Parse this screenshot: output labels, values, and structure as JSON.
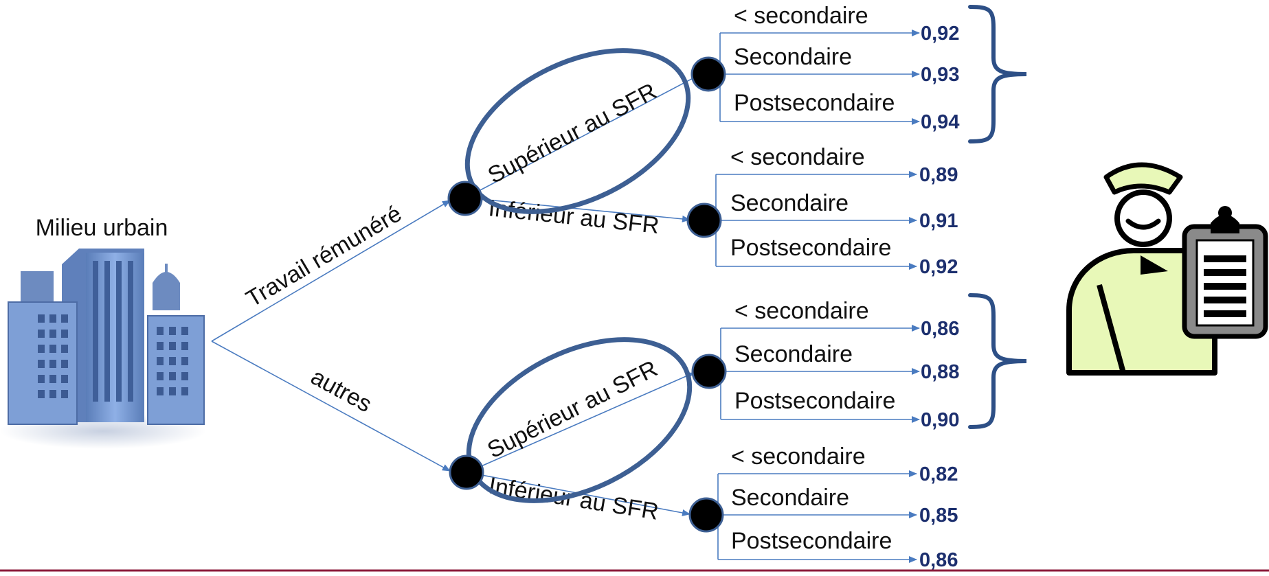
{
  "colors": {
    "branch": "#4a7bc0",
    "value": "#1c2f6e",
    "ellipse": "#3d5f93",
    "brace": "#2d4f86",
    "node": "#000000",
    "footer": "#8b1a3a",
    "nurse_fill": "#e8f8b8"
  },
  "root": {
    "label": "Milieu urbain",
    "icon": "city-buildings-icon"
  },
  "level1": [
    {
      "label": "Travail rémunéré"
    },
    {
      "label": "autres"
    }
  ],
  "level2": [
    {
      "label": "Supérieur au SFR"
    },
    {
      "label": "Inférieur au SFR"
    },
    {
      "label": "Supérieur au SFR"
    },
    {
      "label": "Inférieur au SFR"
    }
  ],
  "groups": [
    {
      "leaves": [
        {
          "label": "< secondaire",
          "value": "0,92"
        },
        {
          "label": "Secondaire",
          "value": "0,93"
        },
        {
          "label": "Postsecondaire",
          "value": "0,94"
        }
      ]
    },
    {
      "leaves": [
        {
          "label": "< secondaire",
          "value": "0,89"
        },
        {
          "label": "Secondaire",
          "value": "0,91"
        },
        {
          "label": "Postsecondaire",
          "value": "0,92"
        }
      ]
    },
    {
      "leaves": [
        {
          "label": "< secondaire",
          "value": "0,86"
        },
        {
          "label": "Secondaire",
          "value": "0,88"
        },
        {
          "label": "Postsecondaire",
          "value": "0,90"
        }
      ]
    },
    {
      "leaves": [
        {
          "label": "< secondaire",
          "value": "0,82"
        },
        {
          "label": "Secondaire",
          "value": "0,85"
        },
        {
          "label": "Postsecondaire",
          "value": "0,86"
        }
      ]
    }
  ],
  "icons": {
    "person": "nurse-with-clipboard-icon"
  }
}
